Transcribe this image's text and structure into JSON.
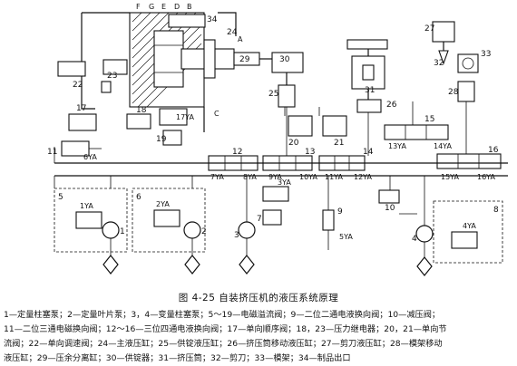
{
  "diagram": {
    "caption": "图 4-25  自装挤压机的液压系统原理",
    "legend_lines": [
      "1—定量柱塞泵；2—定量叶片泵；3，4—变量柱塞泵；5～19—电磁溢流阀；9—二位二通电液换向阀；10—减压阀；",
      "11—二位三通电磁换向阀；12～16—三位四通电液换向阀；17—单向顺序阀；18，23—压力继电器；20，21—单向节",
      "流阀；22—单向调速阀；24—主液压缸；25—供锭液压缸；26—挤压筒移动液压缸；27—剪刀液压缸；28—模架移动",
      "液压缸；29—压余分离缸；30—供锭器；31—挤压筒；32—剪刀；33—模架；34—制品出口"
    ],
    "cylinder_letters": [
      "F",
      "G",
      "E",
      "D",
      "B",
      "A",
      "C"
    ],
    "component_numbers": [
      "1",
      "2",
      "3",
      "4",
      "5",
      "6",
      "7",
      "8",
      "9",
      "10",
      "11",
      "12",
      "13",
      "14",
      "15",
      "16",
      "17",
      "18",
      "19",
      "20",
      "21",
      "22",
      "23",
      "24",
      "25",
      "26",
      "27",
      "28",
      "29",
      "30",
      "31",
      "32",
      "33",
      "34"
    ],
    "solenoid_labels": [
      "1YA",
      "2YA",
      "3YA",
      "4YA",
      "5YA",
      "6YA",
      "7YA",
      "8YA",
      "9YA",
      "10YA",
      "11YA",
      "12YA",
      "13YA",
      "14YA",
      "15YA",
      "16YA",
      "17YA"
    ],
    "icons": [
      "pump-symbol",
      "motor-symbol",
      "filter-symbol",
      "valve-symbol",
      "spring-symbol",
      "cylinder-symbol"
    ]
  }
}
